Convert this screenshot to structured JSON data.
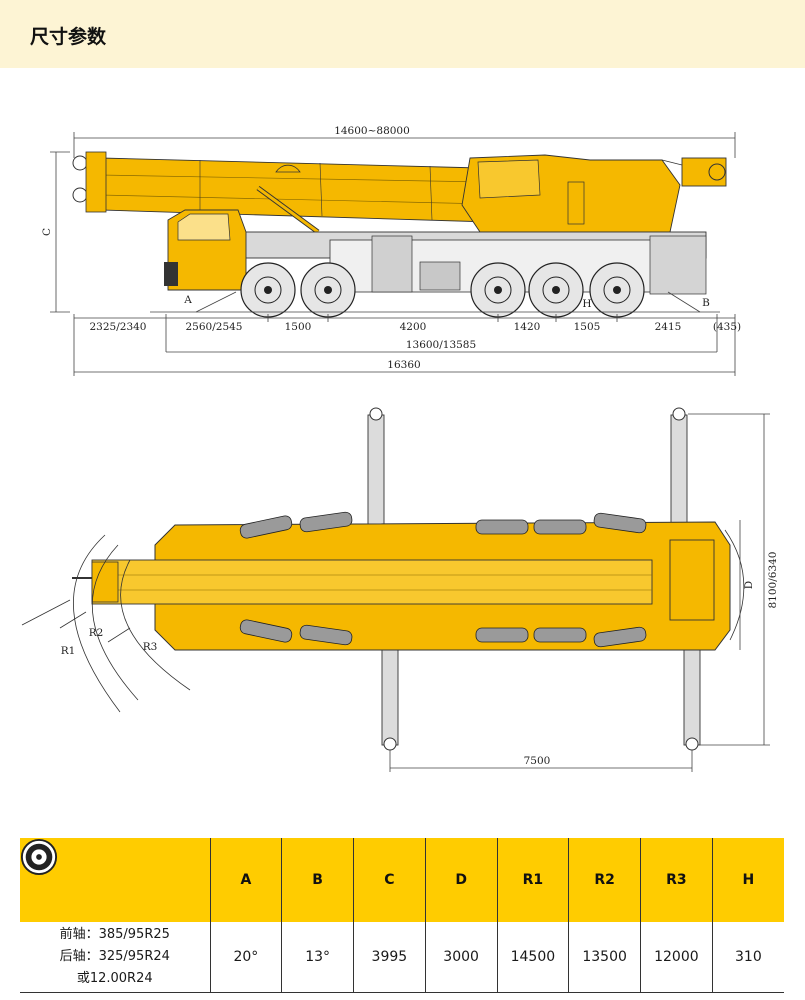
{
  "header": {
    "title": "尺寸参数"
  },
  "side_view": {
    "boom_length": "14600~88000",
    "label_a": "A",
    "label_b": "B",
    "label_c": "C",
    "label_h": "H",
    "segments": [
      "2325/2340",
      "2560/2545",
      "1500",
      "4200",
      "1420",
      "1505",
      "2415",
      "(435)"
    ],
    "wheelbase_total": "13600/13585",
    "overall_length": "16360"
  },
  "top_view": {
    "label_d": "D",
    "outrigger_width": "8100/6340",
    "outrigger_span": "7500",
    "label_r1": "R1",
    "label_r2": "R2",
    "label_r3": "R3"
  },
  "table": {
    "headers": [
      "A",
      "B",
      "C",
      "D",
      "R1",
      "R2",
      "R3",
      "H"
    ],
    "tire_lines": [
      "前轴：385/95R25",
      "后轴：325/95R24",
      "或12.00R24"
    ],
    "values": [
      "20°",
      "13°",
      "3995",
      "3000",
      "14500",
      "13500",
      "12000",
      "310"
    ]
  },
  "colors": {
    "header_bg": "#fdf4d4",
    "accent": "#ffcc00",
    "crane_body": "#f5b800"
  }
}
